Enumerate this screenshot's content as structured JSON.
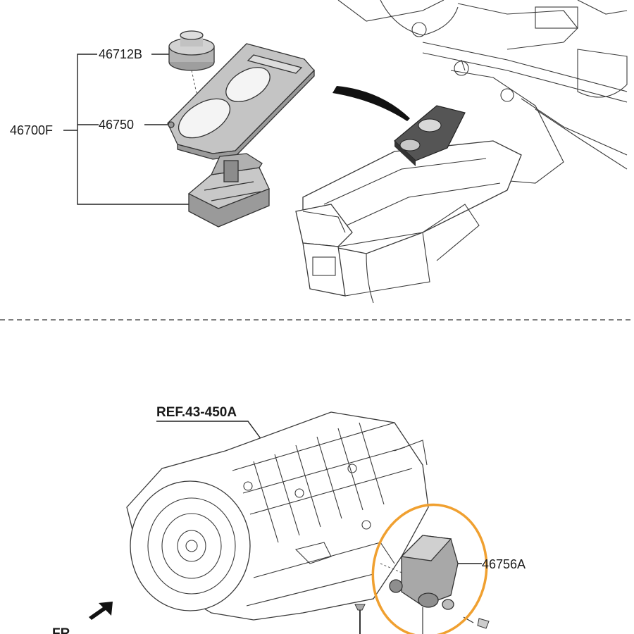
{
  "labels": {
    "shifter_assembly": "46700F",
    "knob": "46712B",
    "bezel": "46750",
    "transmission_ref": "REF.43-450A",
    "actuator": "46756A",
    "front_marker": "FR"
  },
  "colors": {
    "highlight_ring": "#f0a030",
    "line": "#222222",
    "part_fill": "#bdbdbd",
    "background": "#ffffff"
  },
  "icons": {
    "direction_arrow": "arrow-left-down-icon"
  }
}
